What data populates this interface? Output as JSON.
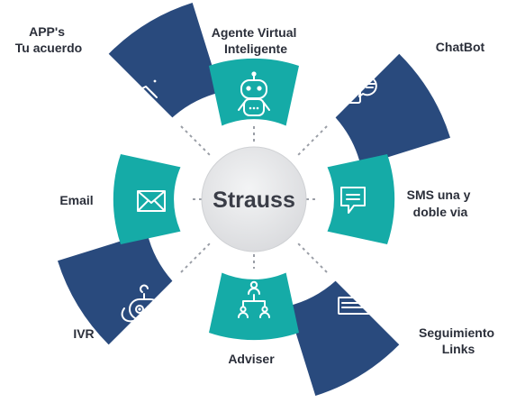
{
  "center": {
    "title": "Strauss"
  },
  "colors": {
    "navy": "#294a7d",
    "teal": "#15aba7",
    "center": "#e6e7e9",
    "dots": "#9a9ea6"
  },
  "nodes": {
    "apps": {
      "line1": "APP's",
      "line2": "Tu acuerdo",
      "icon": "handshake-icon"
    },
    "agente": {
      "line1": "Agente Virtual",
      "line2": "Inteligente",
      "icon": "robot-icon"
    },
    "chatbot": {
      "line1": "ChatBot",
      "icon": "chatbot-icon"
    },
    "sms": {
      "line1": "SMS una y",
      "line2": "doble via",
      "icon": "chat-bubble-icon"
    },
    "seguimiento": {
      "line1": "Seguimiento",
      "line2": "Links",
      "icon": "link-search-icon"
    },
    "adviser": {
      "line1": "Adviser",
      "icon": "network-people-icon"
    },
    "ivr": {
      "line1": "IVR",
      "icon": "ivr-robot-icon"
    },
    "email": {
      "line1": "Email",
      "icon": "envelope-icon"
    }
  }
}
